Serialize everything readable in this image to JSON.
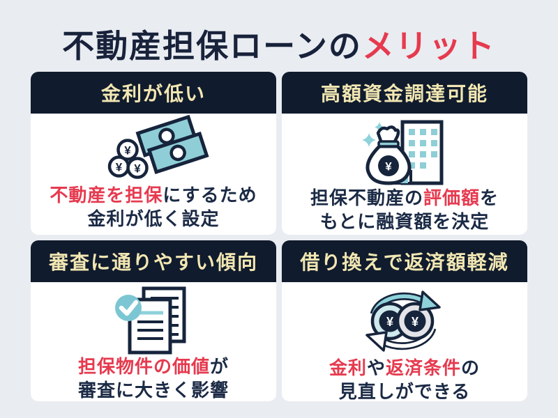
{
  "title": {
    "main": "不動産担保ローンの",
    "highlight": "メリット"
  },
  "colors": {
    "background": "#e9ecf1",
    "card": "#ffffff",
    "header_bg": "#101b2d",
    "header_text": "#f2e7b2",
    "body_text": "#1b2a45",
    "accent_red": "#e63a4f",
    "icon_teal": "#8fced6",
    "icon_navy": "#16243c"
  },
  "cards": [
    {
      "header": "金利が低い",
      "icon": "money-bills-coins-icon",
      "line1": [
        {
          "text": "不動産を担保",
          "red": true
        },
        {
          "text": "にするため",
          "red": false
        }
      ],
      "line2": [
        {
          "text": "金利が低く設定",
          "red": false
        }
      ]
    },
    {
      "header": "高額資金調達可能",
      "icon": "money-bag-building-icon",
      "line1": [
        {
          "text": "担保不動産の",
          "red": false
        },
        {
          "text": "評価額",
          "red": true
        },
        {
          "text": "を",
          "red": false
        }
      ],
      "line2": [
        {
          "text": "もとに融資額を決定",
          "red": false
        }
      ]
    },
    {
      "header": "審査に通りやすい傾向",
      "icon": "approved-documents-icon",
      "line1": [
        {
          "text": "担保物件の価値",
          "red": true
        },
        {
          "text": "が",
          "red": false
        }
      ],
      "line2": [
        {
          "text": "審査に大きく影響",
          "red": false
        }
      ]
    },
    {
      "header": "借り換えで返済額軽減",
      "icon": "refinance-cycle-icon",
      "line1": [
        {
          "text": "金利",
          "red": true
        },
        {
          "text": "や",
          "red": false
        },
        {
          "text": "返済条件",
          "red": true
        },
        {
          "text": "の",
          "red": false
        }
      ],
      "line2": [
        {
          "text": "見直しができる",
          "red": false
        }
      ]
    }
  ]
}
